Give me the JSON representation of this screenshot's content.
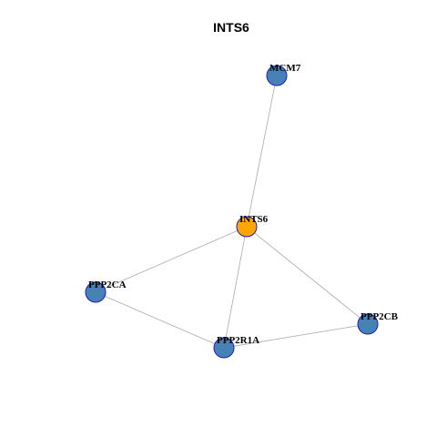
{
  "title": "INTS6",
  "colors": {
    "focus_node": "#FFA500",
    "neighbor_node": "#4682B4",
    "node_border": "#1A1ACD",
    "edge": "#AAAAAA"
  },
  "nodes": [
    {
      "id": "MCM7",
      "label": "MCM7",
      "type": "neighbor"
    },
    {
      "id": "INTS6",
      "label": "INTS6",
      "type": "focus"
    },
    {
      "id": "PPP2CA",
      "label": "PPP2CA",
      "type": "neighbor"
    },
    {
      "id": "PPP2R1A",
      "label": "PPP2R1A",
      "type": "neighbor"
    },
    {
      "id": "PPP2CB",
      "label": "PPP2CB",
      "type": "neighbor"
    }
  ],
  "edges": [
    {
      "source": "INTS6",
      "target": "MCM7"
    },
    {
      "source": "INTS6",
      "target": "PPP2CA"
    },
    {
      "source": "INTS6",
      "target": "PPP2R1A"
    },
    {
      "source": "INTS6",
      "target": "PPP2CB"
    },
    {
      "source": "PPP2CA",
      "target": "PPP2R1A"
    },
    {
      "source": "PPP2R1A",
      "target": "PPP2CB"
    }
  ]
}
